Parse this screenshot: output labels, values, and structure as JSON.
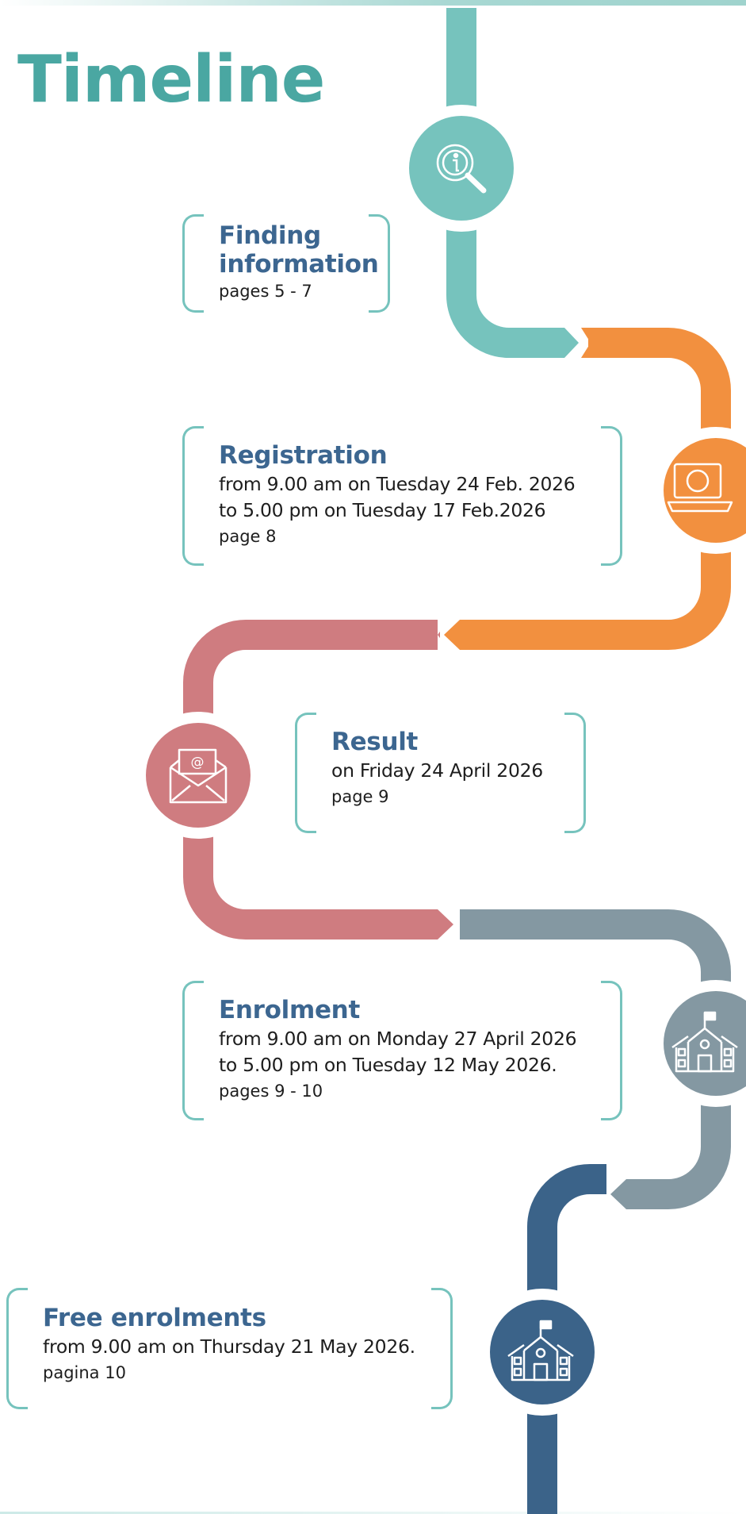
{
  "title": "Timeline",
  "colors": {
    "teal": "#76c3bd",
    "orange": "#f2903f",
    "rose": "#cf7c80",
    "slate": "#8498a2",
    "navy": "#3b6389",
    "heading": "#3c6690",
    "title": "#4aa7a2"
  },
  "steps": [
    {
      "title": "Finding information",
      "title_lines": [
        "Finding",
        "information"
      ],
      "details": [],
      "pages": "pages 5 - 7",
      "icon": "info-magnifier-icon",
      "color": "#76c3bd"
    },
    {
      "title": "Registration",
      "details": [
        "from 9.00 am on Tuesday 24 Feb. 2026",
        "to 5.00 pm on Tuesday 17 Feb.2026"
      ],
      "pages": "page 8",
      "icon": "laptop-icon",
      "color": "#f2903f"
    },
    {
      "title": "Result",
      "details": [
        "on Friday 24 April 2026"
      ],
      "pages": "page 9",
      "icon": "envelope-email-icon",
      "color": "#cf7c80"
    },
    {
      "title": "Enrolment",
      "details": [
        "from 9.00 am on Monday 27 April 2026",
        "to 5.00 pm on Tuesday 12 May 2026."
      ],
      "pages": "pages 9 - 10",
      "icon": "school-building-icon",
      "color": "#8498a2"
    },
    {
      "title": "Free enrolments",
      "details": [
        "from 9.00 am on Thursday 21 May 2026."
      ],
      "pages": "pagina 10",
      "icon": "school-building-icon",
      "color": "#3b6389"
    }
  ]
}
